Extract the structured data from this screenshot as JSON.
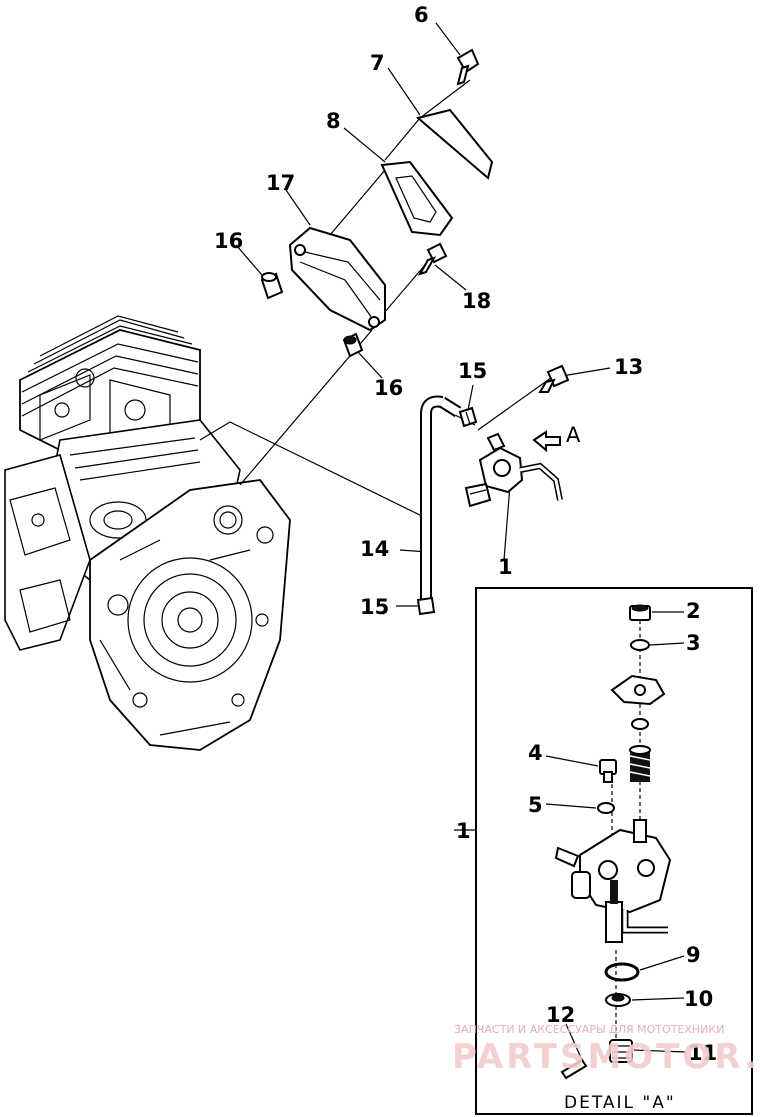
{
  "callouts": {
    "c1": "1",
    "c1b": "1",
    "c2": "2",
    "c3": "3",
    "c4": "4",
    "c5": "5",
    "c6": "6",
    "c7": "7",
    "c8": "8",
    "c9": "9",
    "c10": "10",
    "c11": "11",
    "c12": "12",
    "c13": "13",
    "c14": "14",
    "c15a": "15",
    "c15b": "15",
    "c16a": "16",
    "c16b": "16",
    "c17": "17",
    "c18": "18",
    "cA": "A"
  },
  "detail_caption": "DETAIL \"A\"",
  "watermark": {
    "tagline": "ЗАПЧАСТИ И АКСЕССУАРЫ ДЛЯ МОТОТЕХНИКИ",
    "brand": "PARTSMOTOR.RU"
  }
}
